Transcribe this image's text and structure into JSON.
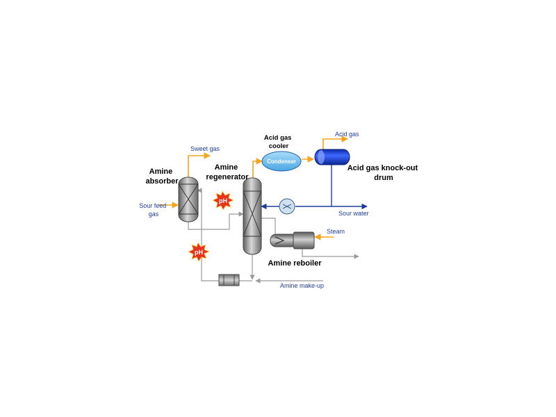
{
  "labels": {
    "amine_absorber": [
      "Amine",
      "absorber"
    ],
    "amine_regenerator": [
      "Amine",
      "regenerator"
    ],
    "acid_gas_cooler": [
      "Acid gas",
      "cooler"
    ],
    "condenser": "Condenser",
    "acid_gas_knockout_drum": [
      "Acid gas knock-out",
      "drum"
    ],
    "amine_reboiler": "Amine reboiler"
  },
  "streams": {
    "sweet_gas": "Sweet gas",
    "sour_feed_gas": [
      "Sour feed",
      "gas"
    ],
    "acid_gas": "Acid gas",
    "sour_water": "Sour water",
    "steam": "Steam",
    "amine_makeup": "Amine make-up"
  },
  "markers": {
    "ph_top": "pH",
    "ph_bottom": "pH"
  },
  "colors": {
    "gas_stream": "#f5a31a",
    "water_stream": "#1f3c9c",
    "amine_stream": "#9a9a9a",
    "stream_text": "#1f3c9c",
    "condenser_fill": "#7cc6f2",
    "drum_fill": "#1a3fd0",
    "vessel_fill": "#8c8c8c",
    "ph_burst": "#e8321e"
  }
}
